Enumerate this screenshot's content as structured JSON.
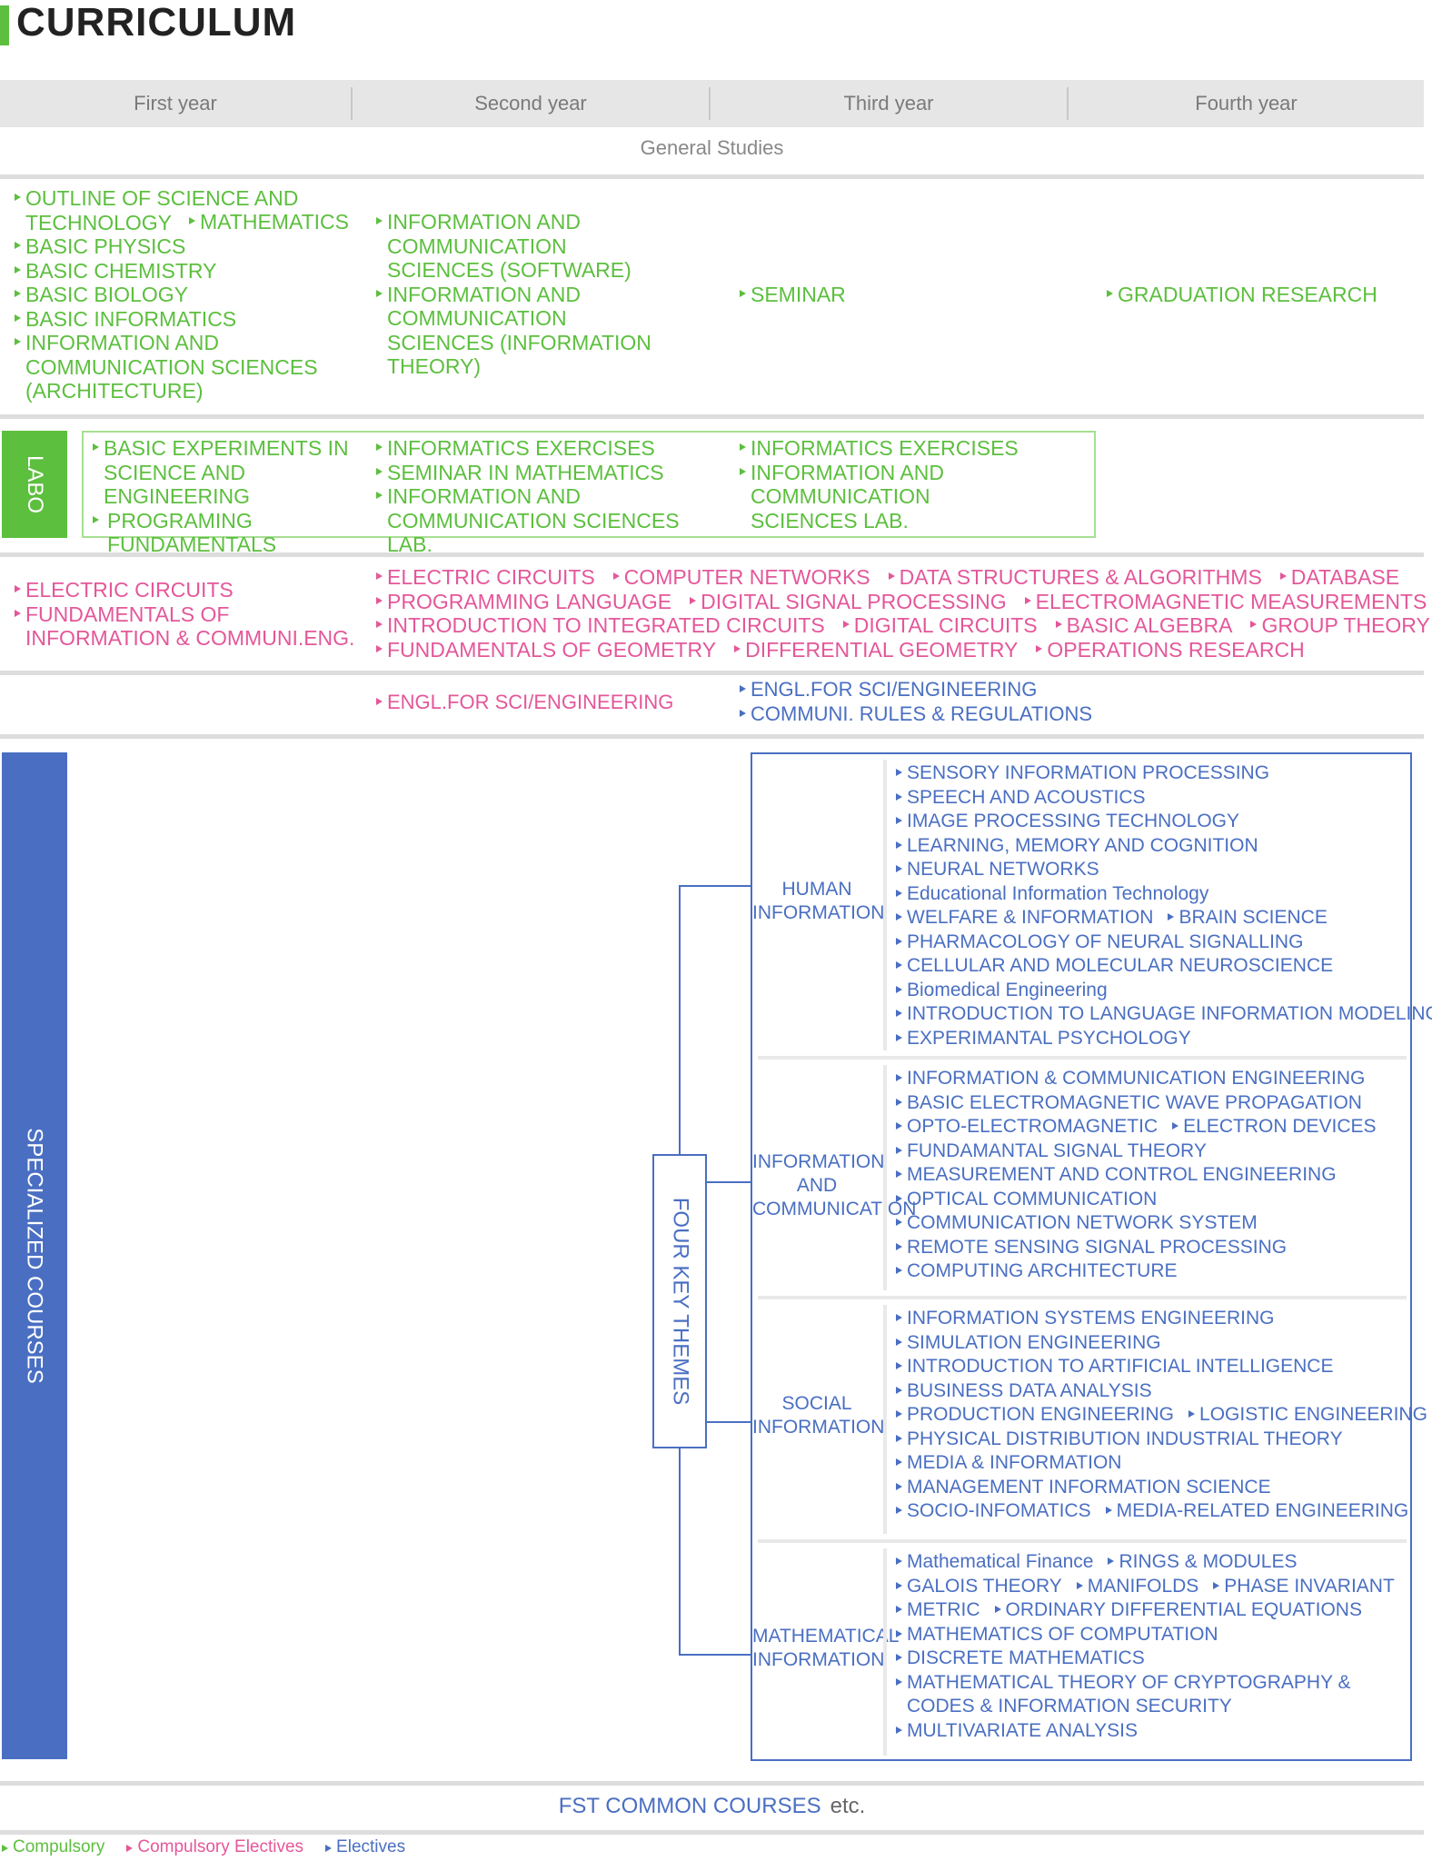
{
  "title": "CURRICULUM",
  "years": [
    "First year",
    "Second year",
    "Third year",
    "Fourth year"
  ],
  "general_studies": "General Studies",
  "gs_rows": {
    "y1": [
      "OUTLINE OF SCIENCE AND TECHNOLOGY",
      "MATHEMATICS",
      "BASIC PHYSICS",
      "BASIC CHEMISTRY",
      "BASIC BIOLOGY",
      "BASIC INFORMATICS",
      "INFORMATION AND COMMUNICATION SCIENCES (ARCHITECTURE)"
    ],
    "y2": [
      "INFORMATION AND COMMUNICATION SCIENCES (SOFTWARE)",
      "INFORMATION AND COMMUNICATION SCIENCES (INFORMATION THEORY)"
    ],
    "y3": [
      "SEMINAR"
    ],
    "y4": [
      "GRADUATION RESEARCH"
    ]
  },
  "labo": {
    "label": "LABO",
    "y1": [
      "BASIC EXPERIMENTS IN SCIENCE AND ENGINEERING",
      "PROGRAMING FUNDAMENTALS"
    ],
    "y2": [
      "INFORMATICS EXERCISES",
      "SEMINAR IN MATHEMATICS",
      "INFORMATION AND COMMUNICATION SCIENCES LAB."
    ],
    "y3": [
      "INFORMATICS EXERCISES",
      "INFORMATION AND COMMUNICATION SCIENCES LAB."
    ]
  },
  "electives_pink": {
    "y1": [
      "ELECTRIC CIRCUITS",
      "FUNDAMENTALS OF INFORMATION & COMMUNI.ENG."
    ],
    "rows": [
      [
        "ELECTRIC CIRCUITS",
        "COMPUTER NETWORKS",
        "DATA STRUCTURES & ALGORITHMS",
        "DATABASE"
      ],
      [
        "PROGRAMMING LANGUAGE",
        "DIGITAL SIGNAL PROCESSING",
        "ELECTROMAGNETIC MEASUREMENTS"
      ],
      [
        "INTRODUCTION TO INTEGRATED CIRCUITS",
        "DIGITAL CIRCUITS",
        "BASIC ALGEBRA",
        "GROUP THEORY"
      ],
      [
        "FUNDAMENTALS OF GEOMETRY",
        "DIFFERENTIAL GEOMETRY",
        "OPERATIONS RESEARCH"
      ]
    ]
  },
  "english": {
    "y2": "ENGL.FOR SCI/ENGINEERING",
    "y3": [
      "ENGL.FOR SCI/ENGINEERING",
      "COMMUNI. RULES & REGULATIONS"
    ]
  },
  "specialized_label": "SPECIALIZED COURSES",
  "four_key_themes": "FOUR KEY THEMES",
  "themes": [
    {
      "label": "HUMAN INFORMATION",
      "rows": [
        [
          "SENSORY INFORMATION PROCESSING"
        ],
        [
          "SPEECH AND ACOUSTICS"
        ],
        [
          "IMAGE PROCESSING TECHNOLOGY"
        ],
        [
          "LEARNING, MEMORY AND COGNITION"
        ],
        [
          "NEURAL NETWORKS"
        ],
        [
          "Educational Information Technology"
        ],
        [
          "WELFARE & INFORMATION",
          "BRAIN SCIENCE"
        ],
        [
          "PHARMACOLOGY OF NEURAL SIGNALLING"
        ],
        [
          "CELLULAR AND MOLECULAR NEUROSCIENCE"
        ],
        [
          "Biomedical Engineering"
        ],
        [
          "INTRODUCTION TO LANGUAGE INFORMATION MODELING"
        ],
        [
          "EXPERIMANTAL PSYCHOLOGY"
        ]
      ]
    },
    {
      "label": "INFORMATION AND COMMUNICATION",
      "rows": [
        [
          "INFORMATION & COMMUNICATION ENGINEERING"
        ],
        [
          "BASIC ELECTROMAGNETIC WAVE PROPAGATION"
        ],
        [
          "OPTO-ELECTROMAGNETIC",
          "ELECTRON DEVICES"
        ],
        [
          "FUNDAMANTAL SIGNAL THEORY"
        ],
        [
          "MEASUREMENT AND CONTROL ENGINEERING"
        ],
        [
          "OPTICAL COMMUNICATION"
        ],
        [
          "COMMUNICATION NETWORK SYSTEM"
        ],
        [
          "REMOTE SENSING SIGNAL PROCESSING"
        ],
        [
          "COMPUTING ARCHITECTURE"
        ]
      ]
    },
    {
      "label": "SOCIAL INFORMATION",
      "rows": [
        [
          "INFORMATION SYSTEMS ENGINEERING"
        ],
        [
          "SIMULATION ENGINEERING"
        ],
        [
          "INTRODUCTION TO ARTIFICIAL INTELLIGENCE"
        ],
        [
          "BUSINESS DATA ANALYSIS"
        ],
        [
          "PRODUCTION ENGINEERING",
          "LOGISTIC ENGINEERING"
        ],
        [
          "PHYSICAL DISTRIBUTION INDUSTRIAL THEORY"
        ],
        [
          "MEDIA & INFORMATION"
        ],
        [
          "MANAGEMENT INFORMATION SCIENCE"
        ],
        [
          "SOCIO-INFOMATICS",
          "MEDIA-RELATED ENGINEERING"
        ]
      ]
    },
    {
      "label": "MATHEMATICAL INFORMATION",
      "rows": [
        [
          "Mathematical Finance",
          "RINGS & MODULES"
        ],
        [
          "GALOIS THEORY",
          "MANIFOLDS",
          "PHASE INVARIANT"
        ],
        [
          "METRIC",
          "ORDINARY DIFFERENTIAL EQUATIONS"
        ],
        [
          "MATHEMATICS OF COMPUTATION"
        ],
        [
          "DISCRETE MATHEMATICS"
        ],
        [
          "MATHEMATICAL THEORY OF CRYPTOGRAPHY & CODES & INFORMATION SECURITY"
        ],
        [
          "MULTIVARIATE ANALYSIS"
        ]
      ]
    }
  ],
  "fst_common": "FST COMMON COURSES",
  "fst_etc": "etc.",
  "legend": [
    "Compulsory",
    "Compulsory Electives",
    "Electives"
  ],
  "colors": {
    "compulsory": "#5cbf3e",
    "compulsory_electives": "#e4579a",
    "electives": "#4a6fc2"
  }
}
